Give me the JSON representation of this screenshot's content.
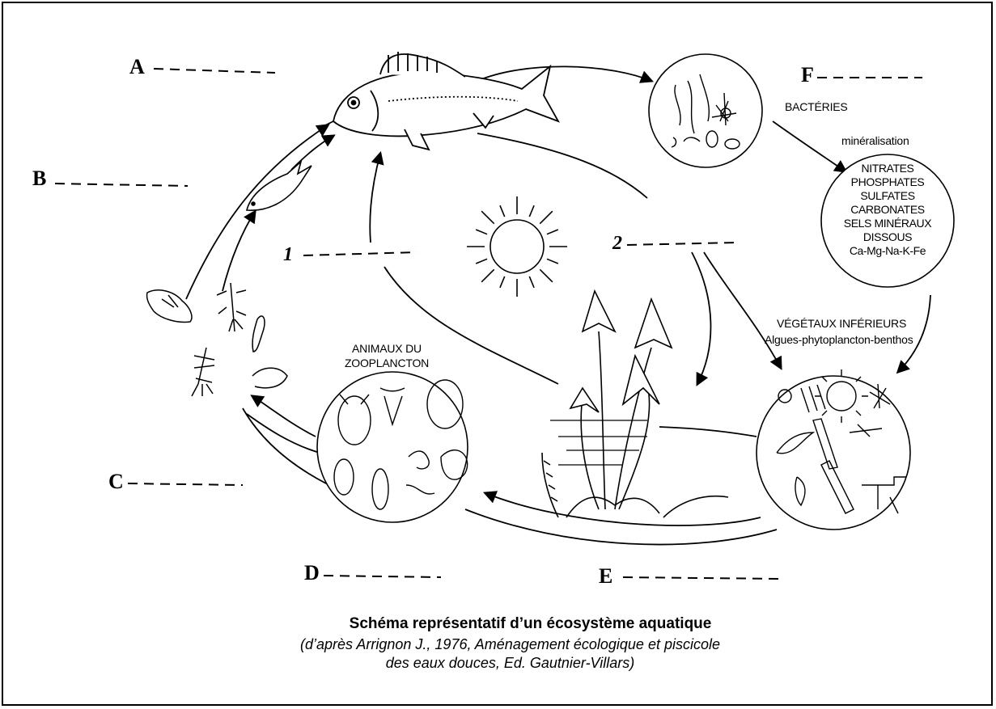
{
  "labels": {
    "A": "A",
    "B": "B",
    "C": "C",
    "D": "D",
    "E": "E",
    "F": "F",
    "n1": "1",
    "n2": "2"
  },
  "texts": {
    "bacteria": "BACTÉRIES",
    "mineralisation": "minéralisation",
    "minerals": [
      "NITRATES",
      "PHOSPHATES",
      "SULFATES",
      "CARBONATES",
      "SELS MINÉRAUX",
      "DISSOUS",
      "Ca-Mg-Na-K-Fe"
    ],
    "lower_plants_title": "VÉGÉTAUX INFÉRIEURS",
    "lower_plants_sub": "Algues-phytoplancton-benthos",
    "zooplankton_line1": "ANIMAUX DU",
    "zooplankton_line2": "ZOOPLANCTON"
  },
  "caption": {
    "title": "Schéma représentatif d’un écosystème aquatique",
    "citation_line1": "(d’après Arrignon J., 1976, Aménagement écologique et piscicole",
    "citation_line2": "des eaux douces, Ed. Gautnier-Villars)"
  }
}
